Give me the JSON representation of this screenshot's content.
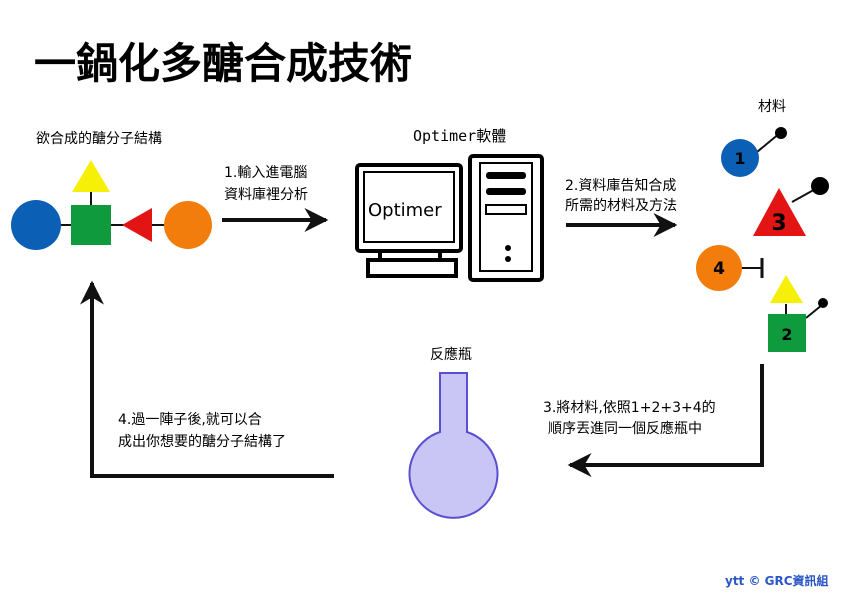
{
  "title": "一鍋化多醣合成技術",
  "target": {
    "label": "欲合成的醣分子結構"
  },
  "step1": {
    "line1": "1.輸入進電腦",
    "line2": "資料庫裡分析"
  },
  "computer": {
    "label": "Optimer軟體",
    "screen_text": "Optimer"
  },
  "step2": {
    "line1": "2.資料庫告知合成",
    "line2": "所需的材料及方法"
  },
  "materials": {
    "label": "材料",
    "items": [
      {
        "number": "1",
        "shape": "circle",
        "color": "#0b5fb5"
      },
      {
        "number": "3",
        "shape": "triangle",
        "color": "#e31414"
      },
      {
        "number": "4",
        "shape": "circle",
        "color": "#f27c0c"
      },
      {
        "number": "2",
        "shape": "square",
        "color": "#109a3e"
      }
    ]
  },
  "step3": {
    "line1": "3.將材料,依照1+2+3+4的",
    "line2": "順序丟進同一個反應瓶中"
  },
  "flask": {
    "label": "反應瓶"
  },
  "step4": {
    "line1": "4.過一陣子後,就可以合",
    "line2": "成出你想要的醣分子結構了"
  },
  "credit": "ytt © GRC資訊組",
  "colors": {
    "blue": "#0b5fb5",
    "yellow": "#f6ef07",
    "green": "#109a3e",
    "red": "#e31414",
    "orange": "#f27c0c",
    "flask_fill": "#c9c6f5",
    "flask_stroke": "#5a4fd0",
    "credit": "#2a56c6"
  }
}
